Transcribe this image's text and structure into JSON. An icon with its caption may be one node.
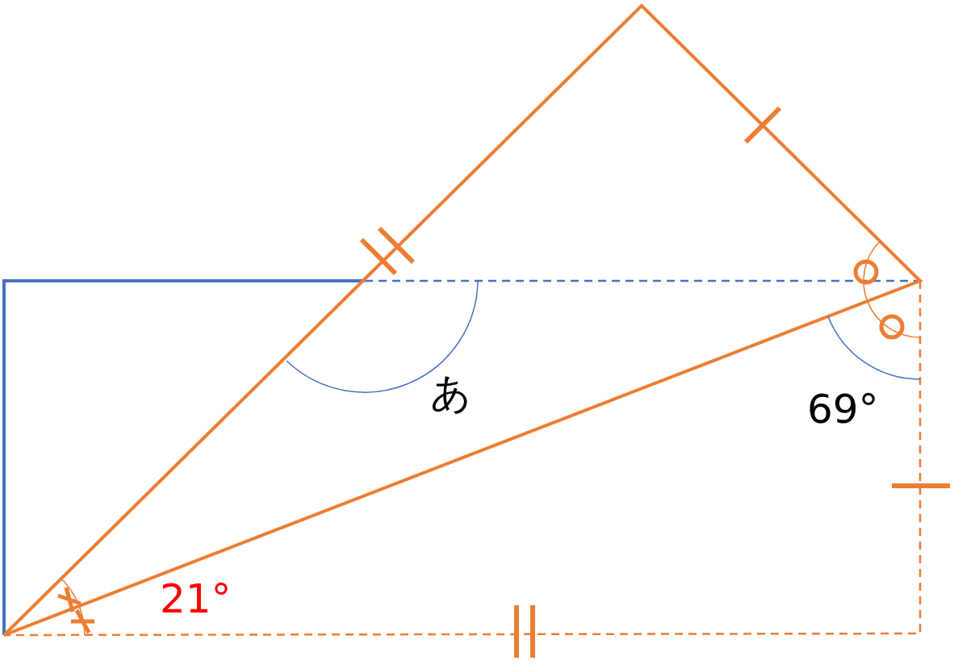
{
  "diagram": {
    "labels": [
      "あ",
      "69°",
      "21°"
    ]
  }
}
